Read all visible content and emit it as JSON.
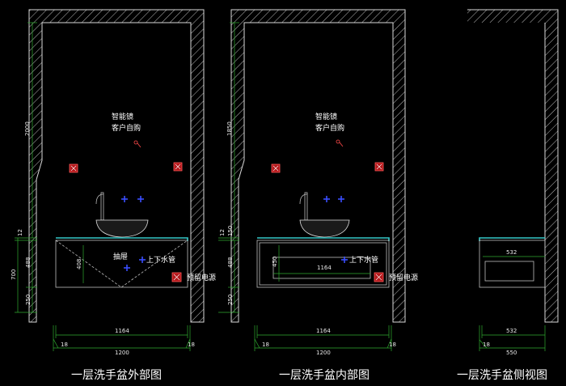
{
  "colors": {
    "background": "#000000",
    "wall": "#d8d8d8",
    "dimension": "#2faa2f",
    "countertop": "#35c8c8",
    "socket": "#b3181c",
    "pipe_marker": "#3a4dff"
  },
  "views": [
    {
      "title": "一层洗手盆外部图",
      "notes": {
        "mirror": "智能镜",
        "purchase": "客户自购",
        "drawer": "抽屉",
        "pipe": "上下水管",
        "reserve": "预留电源"
      },
      "vdims": {
        "upper": "2000",
        "top": "12",
        "drawer": "408",
        "total": "700",
        "mid": "488",
        "bottom": "250"
      },
      "hdims": {
        "inner": "1164",
        "side_left": "18",
        "side_right": "18",
        "total": "1200"
      }
    },
    {
      "title": "一层洗手盆内部图",
      "notes": {
        "mirror": "智能镜",
        "purchase": "客户自购",
        "pipe": "上下水管",
        "reserve": "预留电源"
      },
      "vdims": {
        "upper": "1850",
        "top": "12",
        "top2": "150",
        "inner": "450",
        "mid": "488",
        "bottom": "250"
      },
      "hdims": {
        "inner_label": "1164",
        "inner": "1164",
        "side_left": "18",
        "side_right": "18",
        "total": "1200"
      }
    },
    {
      "title": "一层洗手盆侧视图",
      "hdims": {
        "cabinet": "532",
        "inner": "532",
        "side": "18",
        "total": "550"
      }
    }
  ]
}
